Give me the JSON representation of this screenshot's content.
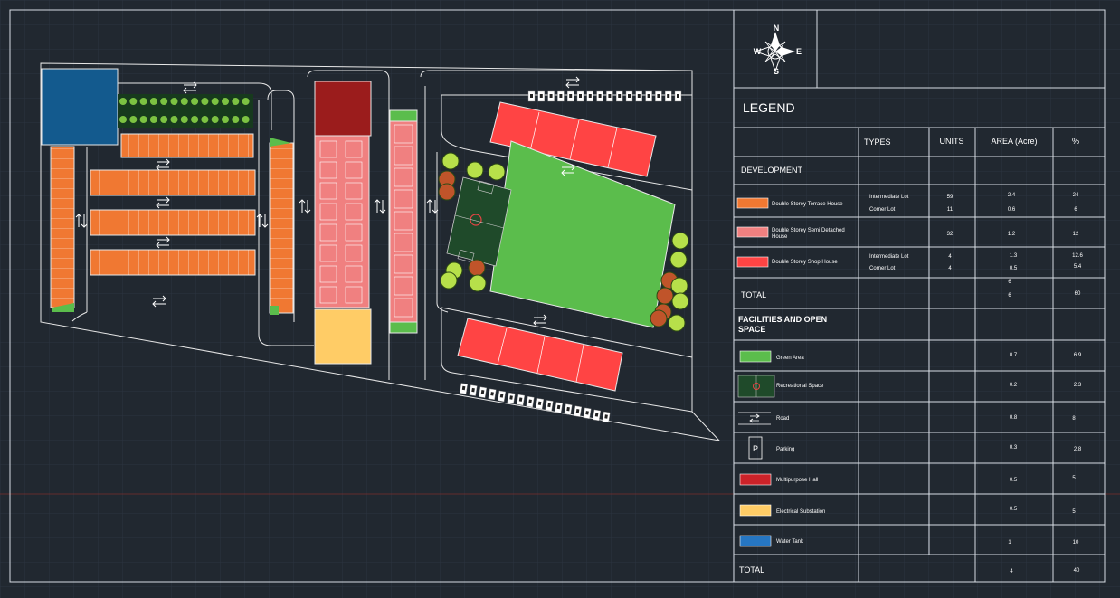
{
  "compass": {
    "n": "N",
    "s": "S",
    "e": "E",
    "w": "W"
  },
  "legend": {
    "title": "LEGEND",
    "headers": {
      "types": "TYPES",
      "units": "UNITS",
      "area": "AREA (Acre)",
      "pct": "%"
    },
    "development_label": "DEVELOPMENT",
    "development": [
      {
        "label": "Double Storey Terrace House",
        "color": "#f07832",
        "types": [
          "Intermediate Lot",
          "Corner Lot"
        ],
        "units": [
          "59",
          "11"
        ],
        "area": [
          "2.4",
          "0.6"
        ],
        "pct": [
          "24",
          "6"
        ]
      },
      {
        "label": "Double Storey Semi Detached House",
        "color": "#f08080",
        "types": [],
        "units": [
          "32"
        ],
        "area": [
          "1.2"
        ],
        "pct": [
          "12"
        ]
      },
      {
        "label": "Double Storey Shop House",
        "color": "#ff4444",
        "types": [
          "Intermediate Lot",
          "Corner Lot"
        ],
        "units": [
          "4",
          "4"
        ],
        "area": [
          "1.3",
          "0.5"
        ],
        "pct": [
          "12.6",
          "5.4"
        ]
      }
    ],
    "dev_total": {
      "label": "TOTAL",
      "area_a": "6",
      "area_b": "6",
      "pct": "60"
    },
    "facilities_label": "FACILITIES AND OPEN SPACE",
    "facilities": [
      {
        "label": "Green Area",
        "icon": "green-area-swatch",
        "color": "#5bbd4c",
        "area": "0.7",
        "pct": "6.9"
      },
      {
        "label": "Recreational Space",
        "icon": "field-icon",
        "color": "#1f4a2a",
        "area": "0.2",
        "pct": "2.3"
      },
      {
        "label": "Road",
        "icon": "road-arrows-icon",
        "color": "#ffffff",
        "area": "0.8",
        "pct": "8"
      },
      {
        "label": "Parking",
        "icon": "parking-icon",
        "symbol": "P",
        "color": "#ffffff",
        "area": "0.3",
        "pct": "2.8"
      },
      {
        "label": "Multipurpose Hall",
        "icon": "hall-swatch",
        "color": "#cc2229",
        "area": "0.5",
        "pct": "5"
      },
      {
        "label": "Electrical  Substation",
        "icon": "substation-swatch",
        "color": "#ffcc66",
        "area": "0.5",
        "pct": "5"
      },
      {
        "label": "Water Tank",
        "icon": "water-tank-swatch",
        "color": "#2676c2",
        "area": "1",
        "pct": "10"
      }
    ],
    "grand_total": {
      "label": "TOTAL",
      "area": "4",
      "pct": "40"
    }
  },
  "plan_colors": {
    "terrace": "#f07832",
    "semi": "#f08080",
    "shop": "#ff4444",
    "green": "#5bbd4c",
    "hall": "#9b1c1c",
    "substation": "#ffcc66",
    "water": "#135a8e",
    "field": "#1f4a2a"
  },
  "parking_symbol": "P"
}
